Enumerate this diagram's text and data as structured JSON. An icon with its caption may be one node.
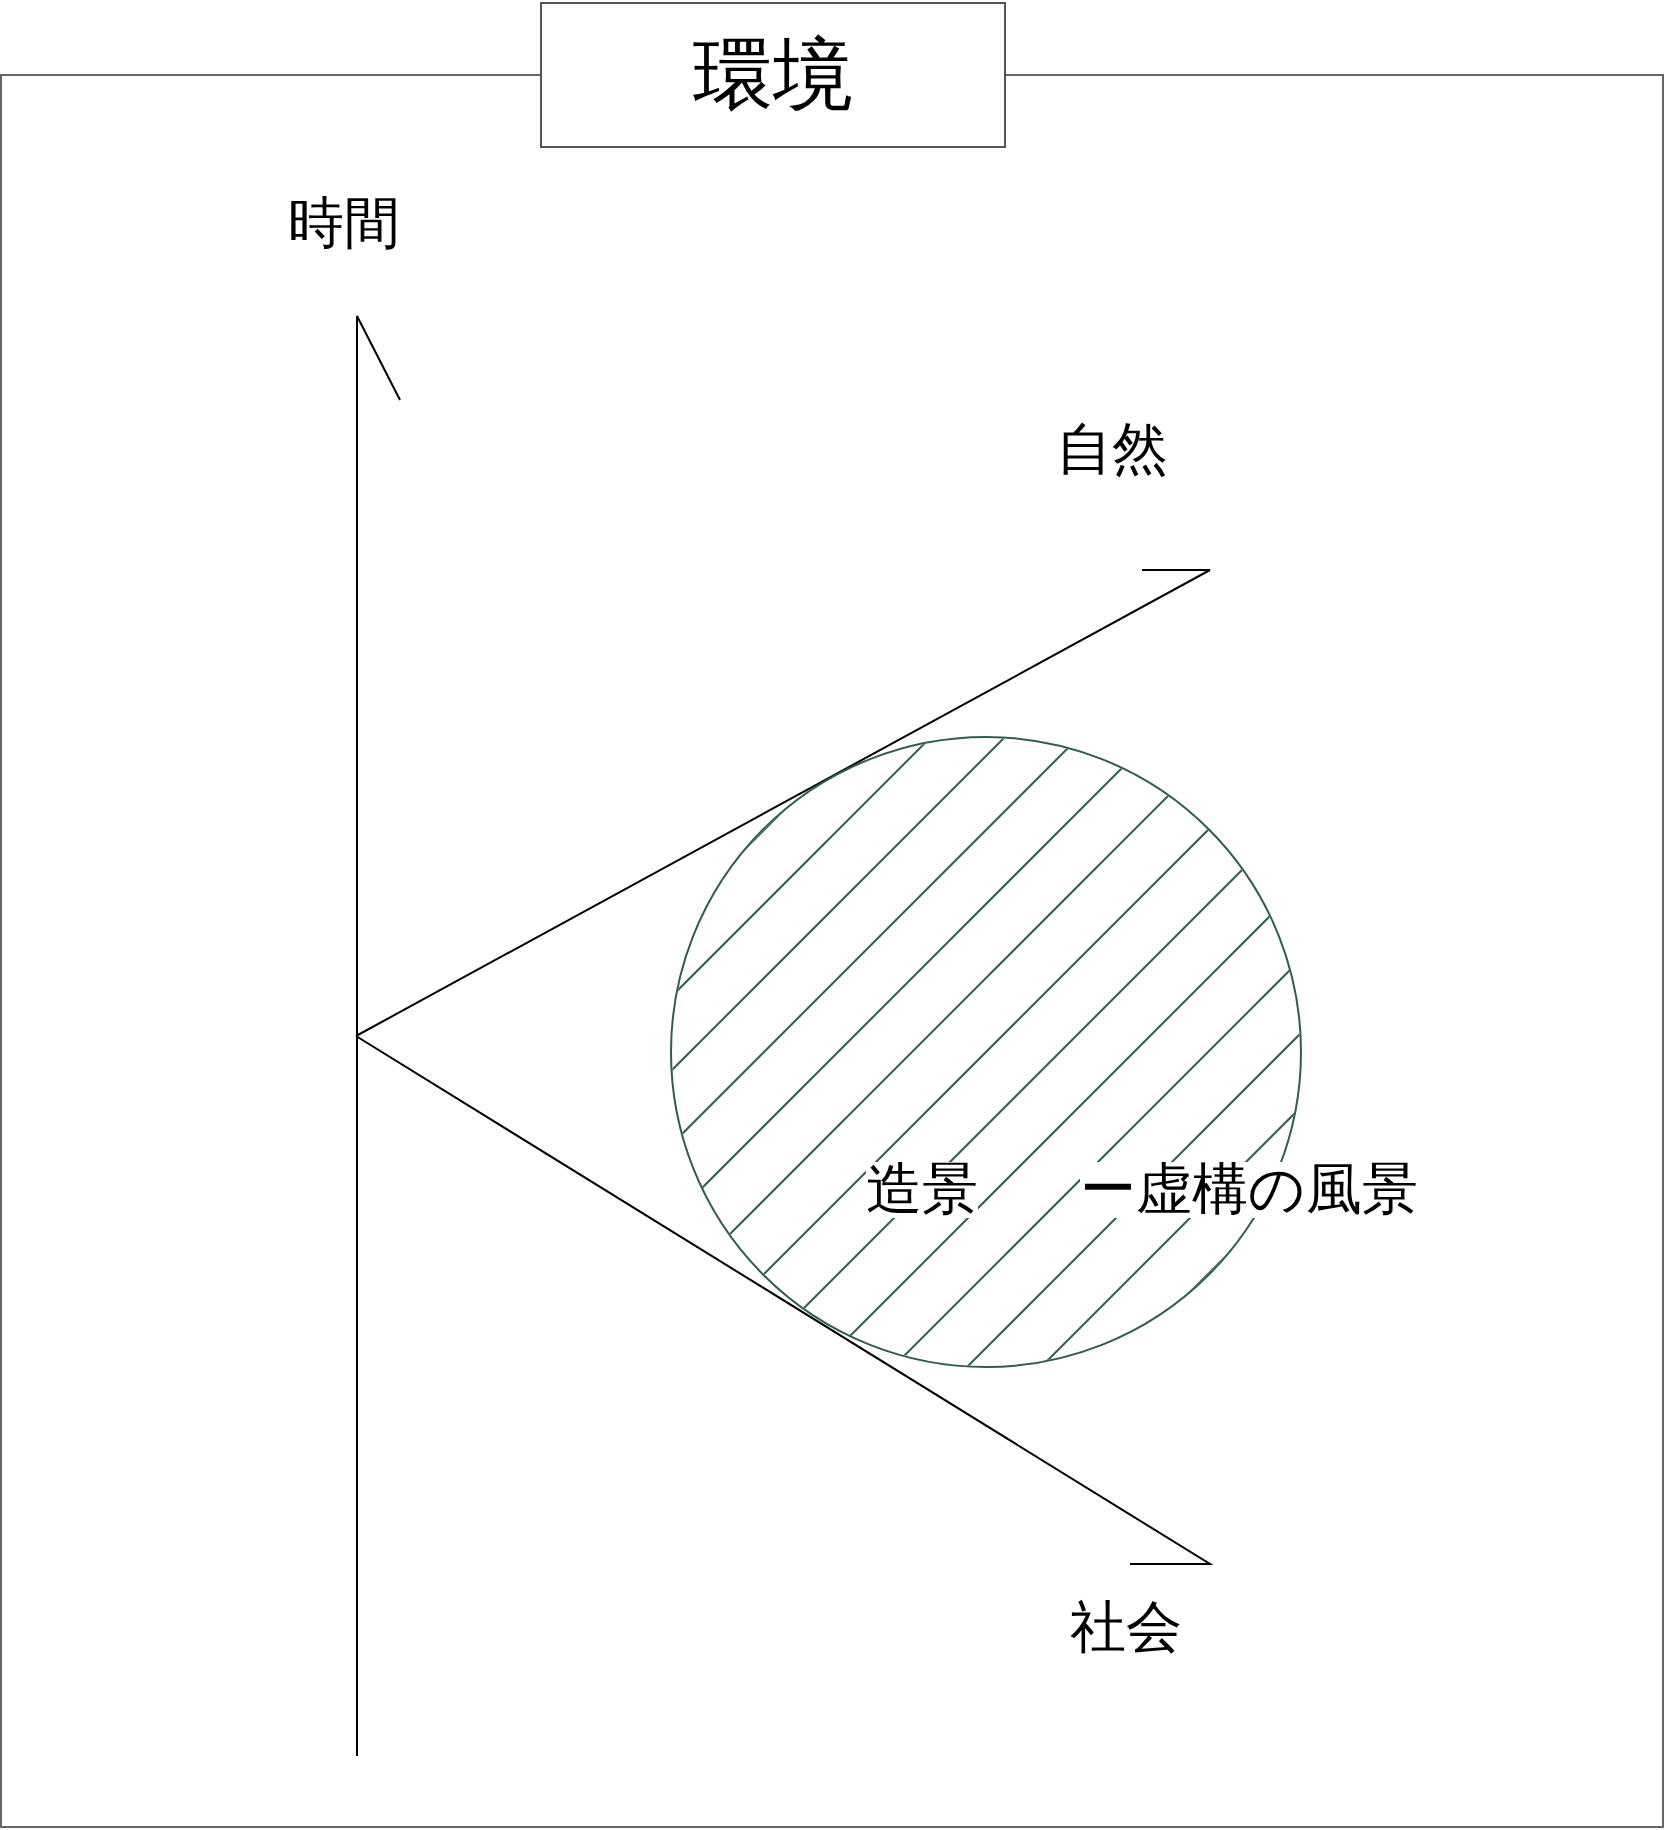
{
  "diagram": {
    "nodes": [
      {
        "text": [],
        "shape": "box"
      },
      {
        "text": [
          "環境"
        ]
      },
      {
        "text": [],
        "shape": "circle"
      }
    ],
    "labels": [
      "時間",
      "自然",
      "造景",
      "ー虚構の風景",
      "社会"
    ]
  }
}
